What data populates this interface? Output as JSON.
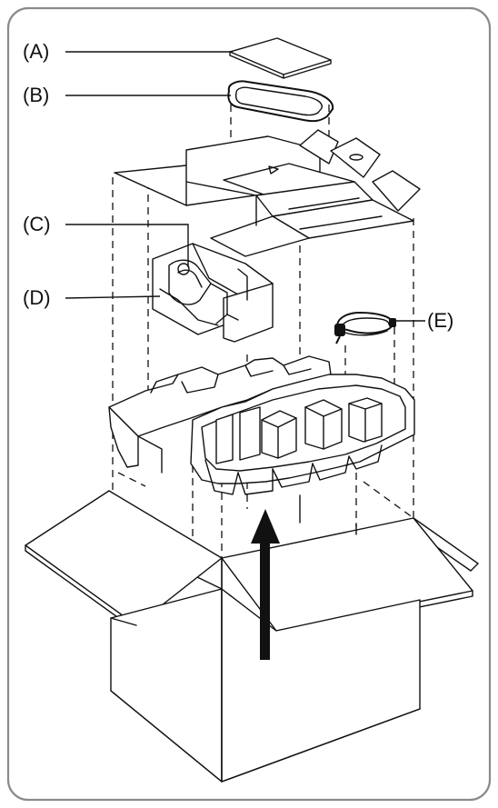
{
  "diagram": {
    "labels": {
      "a": "(A)",
      "b": "(B)",
      "c": "(C)",
      "d": "(D)",
      "e": "(E)"
    },
    "colors": {
      "frame": "#8a8a8a",
      "ink": "#111111",
      "arrow": "#111111"
    }
  }
}
